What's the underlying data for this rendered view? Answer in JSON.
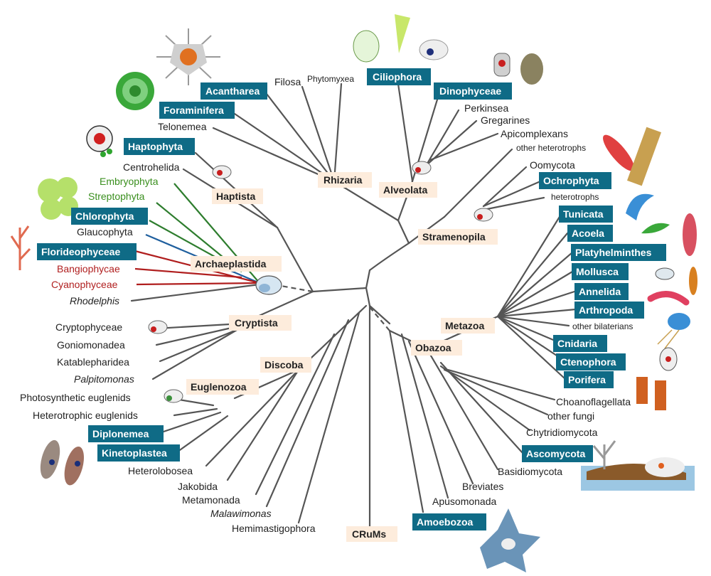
{
  "groups": {
    "rhizaria": "Rhizaria",
    "alveolata": "Alveolata",
    "stramenopila": "Stramenopila",
    "haptista": "Haptista",
    "archaeplastida": "Archaeplastida",
    "cryptista": "Cryptista",
    "discoba": "Discoba",
    "euglenozoa": "Euglenozoa",
    "metazoa": "Metazoa",
    "obazoa": "Obazoa",
    "crums": "CRuMs"
  },
  "boxed": {
    "ciliophora": "Ciliophora",
    "acantharea": "Acantharea",
    "foraminifera": "Foraminifera",
    "dinophyceae": "Dinophyceae",
    "haptophyta": "Haptophyta",
    "ochrophyta": "Ochrophyta",
    "chlorophyta": "Chlorophyta",
    "florideophyceae": "Florideophyceae",
    "tunicata": "Tunicata",
    "acoela": "Acoela",
    "platyhelminthes": "Platyhelminthes",
    "mollusca": "Mollusca",
    "annelida": "Annelida",
    "arthropoda": "Arthropoda",
    "cnidaria": "Cnidaria",
    "ctenophora": "Ctenophora",
    "porifera": "Porifera",
    "diplonemea": "Diplonemea",
    "kinetoplastea": "Kinetoplastea",
    "ascomycota": "Ascomycota",
    "amoebozoa": "Amoebozoa"
  },
  "labels": {
    "filosa": "Filosa",
    "phytomyxea": "Phytomyxea",
    "telonemea": "Telonemea",
    "centrohelida": "Centrohelida",
    "embryophyta": "Embryophyta",
    "streptophyta": "Streptophyta",
    "glaucophyta": "Glaucophyta",
    "bangiophyceae": "Bangiophycae",
    "cyanophyceae": "Cyanophyceae",
    "rhodelphis": "Rhodelphis",
    "perkinsea": "Perkinsea",
    "gregarines": "Gregarines",
    "apicomplexans": "Apicomplexans",
    "other_heterotrophs": "other heterotrophs",
    "oomycota": "Oomycota",
    "heterotrophs": "heterotrophs",
    "other_bilaterians": "other bilaterians",
    "choanoflagellata": "Choanoflagellata",
    "other_fungi": "other fungi",
    "chytridiomycota": "Chytridiomycota",
    "basidiomycota": "Basidiomycota",
    "breviates": "Breviates",
    "apusomonada": "Apusomonada",
    "cryptophyceae": "Cryptophyceae",
    "goniomonadea": "Goniomonadea",
    "katablepharidea": "Katablepharidea",
    "palpitomonas": "Palpitomonas",
    "photosynthetic_euglenids": "Photosynthetic euglenids",
    "heterotrophic_euglenids": "Heterotrophic euglenids",
    "heterolobosea": "Heterolobosea",
    "jakobida": "Jakobida",
    "metamonada": "Metamonada",
    "malawimonas": "Malawimonas",
    "hemimastigophora": "Hemimastigophora"
  },
  "colors": {
    "branch": "#555555",
    "box_fill": "#0f6b86",
    "group_fill": "#fdecdc",
    "green_lineage": "#2e7d2e",
    "green_text": "#3a8f1e",
    "red_lineage": "#b01e1e",
    "red_text": "#b01e1e",
    "blue_lineage": "#1f5f9e"
  }
}
